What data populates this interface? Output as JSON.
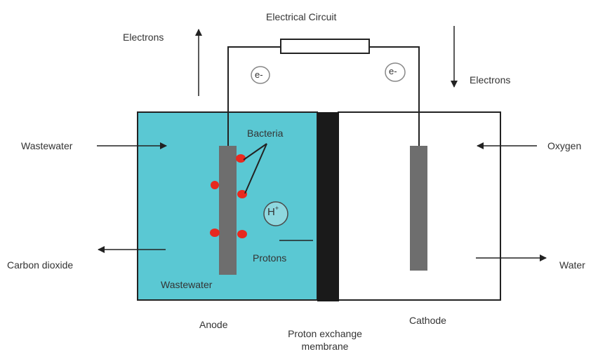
{
  "labels": {
    "circuit": "Electrical Circuit",
    "electrons_up": "Electrons",
    "electrons_down": "Electrons",
    "electron_left": "e-",
    "electron_right": "e-",
    "wastewater_in": "Wastewater",
    "bacteria": "Bacteria",
    "oxygen": "Oxygen",
    "proton_ion": "H",
    "proton_ion_charge": "+",
    "protons": "Protons",
    "carbon_dioxide": "Carbon dioxide",
    "wastewater_tank": "Wastewater",
    "water": "Water",
    "anode": "Anode",
    "membrane_line1": "Proton exchange",
    "membrane_line2": "membrane",
    "cathode": "Cathode"
  },
  "colors": {
    "anode_fluid": "#5ac8d3",
    "electrode": "#6e6e6e",
    "membrane": "#1a1a1a",
    "bacteria": "#e8291f",
    "outline": "#222222",
    "text": "#333333"
  }
}
